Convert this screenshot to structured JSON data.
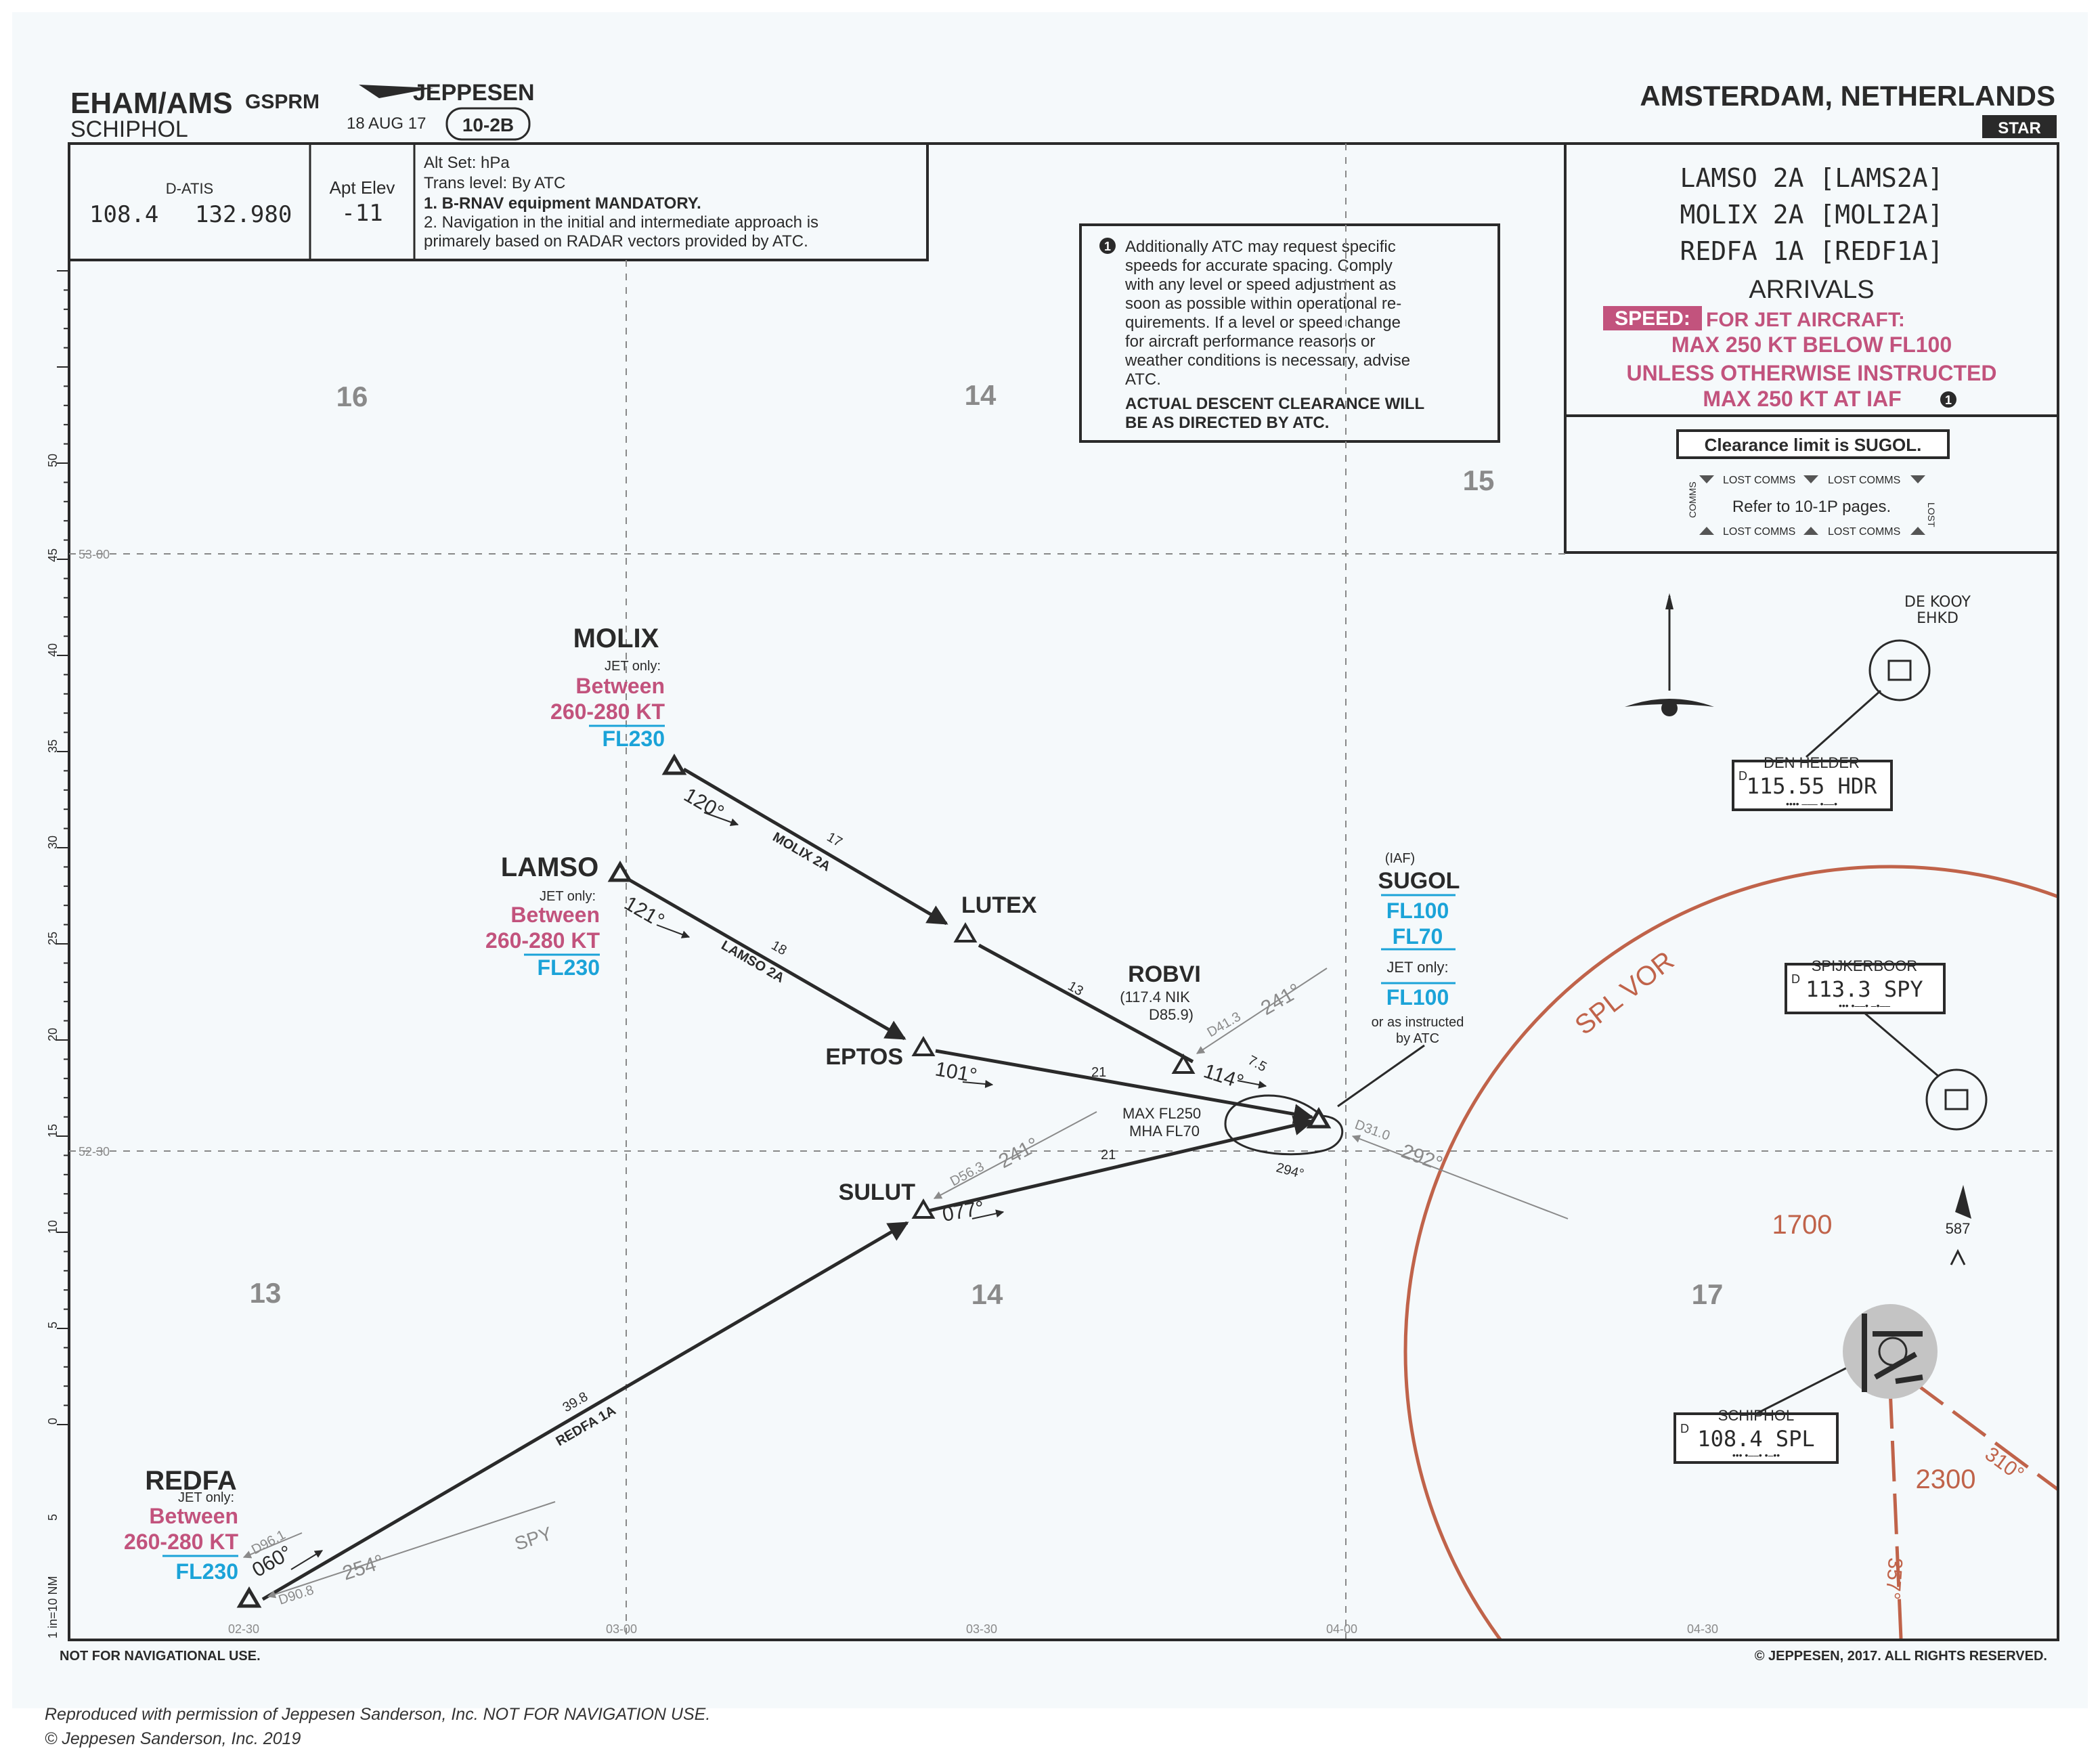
{
  "header": {
    "icao_iata": "EHAM/AMS",
    "gsprm": "GSPRM",
    "airport_name": "SCHIPHOL",
    "brand": "JEPPESEN",
    "date": "18 AUG 17",
    "chart_no": "10-2B",
    "city": "AMSTERDAM, NETHERLANDS",
    "chart_type": "STAR"
  },
  "info_box": {
    "atis_label": "D-ATIS",
    "atis_freq1": "108.4",
    "atis_freq2": "132.980",
    "elev_label": "Apt Elev",
    "elev_value": "-11",
    "alt_set": "Alt Set: hPa",
    "trans_level": "Trans level: By ATC",
    "note1": "1. B-RNAV equipment MANDATORY.",
    "note2a": "2. Navigation in the initial and intermediate approach is",
    "note2b": "primarely based on RADAR vectors provided by ATC."
  },
  "title_box": {
    "line1": "LAMSO 2A [LAMS2A]",
    "line2": "MOLIX 2A [MOLI2A]",
    "line3": "REDFA 1A [REDF1A]",
    "line4": "ARRIVALS",
    "speed_tag": "SPEED:",
    "speed1": "FOR JET AIRCRAFT:",
    "speed2": "MAX 250 KT BELOW FL100",
    "speed3": "UNLESS OTHERWISE INSTRUCTED",
    "speed4": "MAX 250 KT AT IAF",
    "note_marker": "1",
    "clearance": "Clearance limit is SUGOL.",
    "lost_comms": "LOST COMMS",
    "comms": "COMMS",
    "lost": "LOST",
    "refer": "Refer to 10-1P pages."
  },
  "note_box": {
    "marker": "1",
    "lines": [
      "Additionally ATC may request specific",
      "speeds for accurate spacing. Comply",
      "with any level or speed adjustment as",
      "soon as possible within operational re-",
      "quirements. If a level or speed change",
      "for aircraft performance reasons or",
      "weather conditions is necessary, advise",
      "ATC."
    ],
    "bold1": "ACTUAL DESCENT CLEARANCE WILL",
    "bold2": "BE AS DIRECTED BY ATC."
  },
  "msa": {
    "g16": "16",
    "g14a": "14",
    "g15": "15",
    "g13": "13",
    "g14b": "14",
    "g17": "17",
    "alt1700": "1700",
    "alt2300": "2300",
    "obst587": "587"
  },
  "waypoints": {
    "molix": {
      "name": "MOLIX",
      "jet": "JET only:",
      "spd1": "Between",
      "spd2": "260-280 KT",
      "fl": "FL230"
    },
    "lamso": {
      "name": "LAMSO",
      "jet": "JET only:",
      "spd1": "Between",
      "spd2": "260-280 KT",
      "fl": "FL230"
    },
    "redfa": {
      "name": "REDFA",
      "jet": "JET only:",
      "spd1": "Between",
      "spd2": "260-280 KT",
      "fl": "FL230"
    },
    "lutex": {
      "name": "LUTEX"
    },
    "eptos": {
      "name": "EPTOS"
    },
    "sulut": {
      "name": "SULUT"
    },
    "robvi": {
      "name": "ROBVI",
      "l2": "(117.4 NIK",
      "l3": "D85.9)"
    },
    "sugol": {
      "iaf": "(IAF)",
      "name": "SUGOL",
      "fl100": "FL100",
      "fl70": "FL70",
      "jet": "JET only:",
      "fl100b": "FL100",
      "or1": "or as instructed",
      "or2": "by ATC"
    }
  },
  "routes": {
    "molix_crs": "120°",
    "molix_dist": "17",
    "molix_name": "MOLIX 2A",
    "lamso_crs": "121°",
    "lamso_dist": "18",
    "lamso_name": "LAMSO 2A",
    "lutex_dist": "13",
    "eptos_crs": "101°",
    "eptos_dist": "21",
    "robvi_crs": "114°",
    "robvi_dist": "7.5",
    "sulut_crs": "077°",
    "sulut_dist": "21",
    "redfa_crs": "060°",
    "redfa_dist": "39.8",
    "redfa_name": "REDFA 1A",
    "hold_max": "MAX FL250",
    "hold_mha": "MHA FL70",
    "hold_out": "294°",
    "r_d413": "D41.3",
    "r_241a": "241°",
    "r_d563": "D56.3",
    "r_241b": "241°",
    "r_d310": "D31.0",
    "r_292": "292°",
    "r_d961": "D96.1",
    "r_d908": "D90.8",
    "r_254": "254°",
    "r_spy": "SPY",
    "spl_vor": "SPL VOR",
    "r_310": "310°",
    "r_357": "357°"
  },
  "navaids": {
    "dekooy1": "DE KOOY",
    "dekooy2": "EHKD",
    "denhelder_name": "DEN HELDER",
    "denhelder_freq": "115.55 HDR",
    "denhelder_morse": "•••• ––– •––•",
    "spy_name": "SPIJKERBOOR",
    "spy_freq": "113.3 SPY",
    "spy_morse": "••• •––• –•––",
    "spl_name": "SCHIPHOL",
    "spl_freq": "108.4 SPL",
    "spl_morse": "••• •––• •–••",
    "d": "D"
  },
  "grid": {
    "lon1": "02-30",
    "lon2": "03-00",
    "lon3": "03-30",
    "lon4": "04-00",
    "lon5": "04-30",
    "lat1": "53-00",
    "lat2": "52-30",
    "scale": [
      "50",
      "45",
      "40",
      "35",
      "30",
      "25",
      "20",
      "15",
      "10",
      "5",
      "0",
      "5"
    ],
    "scale_label": "1 in=10 NM"
  },
  "bottom": {
    "not_nav": "NOT FOR NAVIGATIONAL USE.",
    "copyright": "© JEPPESEN, 2017. ALL RIGHTS RESERVED.",
    "repro1": "Reproduced with permission of Jeppesen Sanderson, Inc. NOT FOR NAVIGATION USE.",
    "repro2": "© Jeppesen Sanderson, Inc. 2019"
  },
  "colors": {
    "magenta": "#c2537d",
    "cyan": "#1ba3d8",
    "brown": "#c0634a",
    "ink": "#2a2a2a",
    "gray": "#8a8a8a",
    "sheet": "#f5f9fb"
  }
}
